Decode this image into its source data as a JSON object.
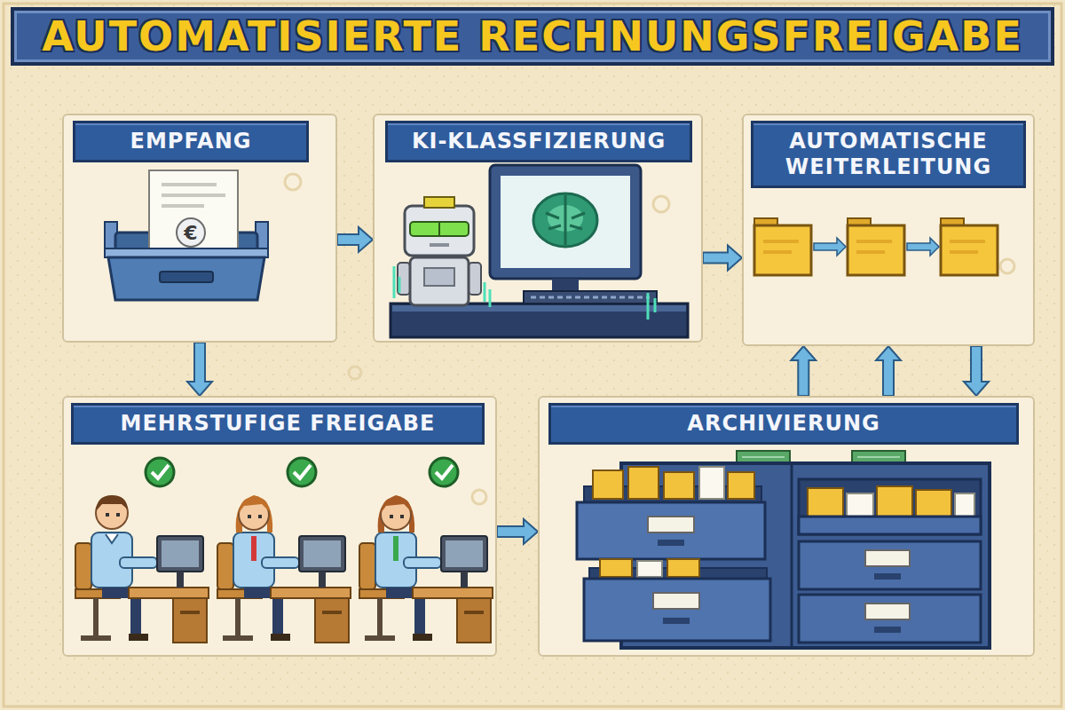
{
  "diagram": {
    "title": "AUTOMATISIERTE RECHNUNGSFREIGABE",
    "nodes": [
      {
        "text": [
          "EMPFANG"
        ]
      },
      {
        "text": [
          "KI-KLASSFIZIERUNG"
        ]
      },
      {
        "text": [
          "AUTOMATISCHE WEITERLEITUNG"
        ]
      },
      {
        "text": [
          "MEHRSTUFIGE FREIGABE"
        ]
      },
      {
        "text": [
          "ARCHIVIERUNG"
        ]
      }
    ],
    "edges": [
      {
        "from": 0,
        "to": 1,
        "arrow": "to"
      },
      {
        "from": 1,
        "to": 2,
        "arrow": "to"
      },
      {
        "from": 0,
        "to": 3,
        "arrow": "to"
      },
      {
        "from": 3,
        "to": 4,
        "arrow": "to"
      },
      {
        "from": 4,
        "to": 2,
        "arrow": "to"
      },
      {
        "from": 4,
        "to": 2,
        "arrow": "to"
      },
      {
        "from": 2,
        "to": 4,
        "arrow": "to"
      }
    ],
    "labels": [
      "€"
    ]
  }
}
